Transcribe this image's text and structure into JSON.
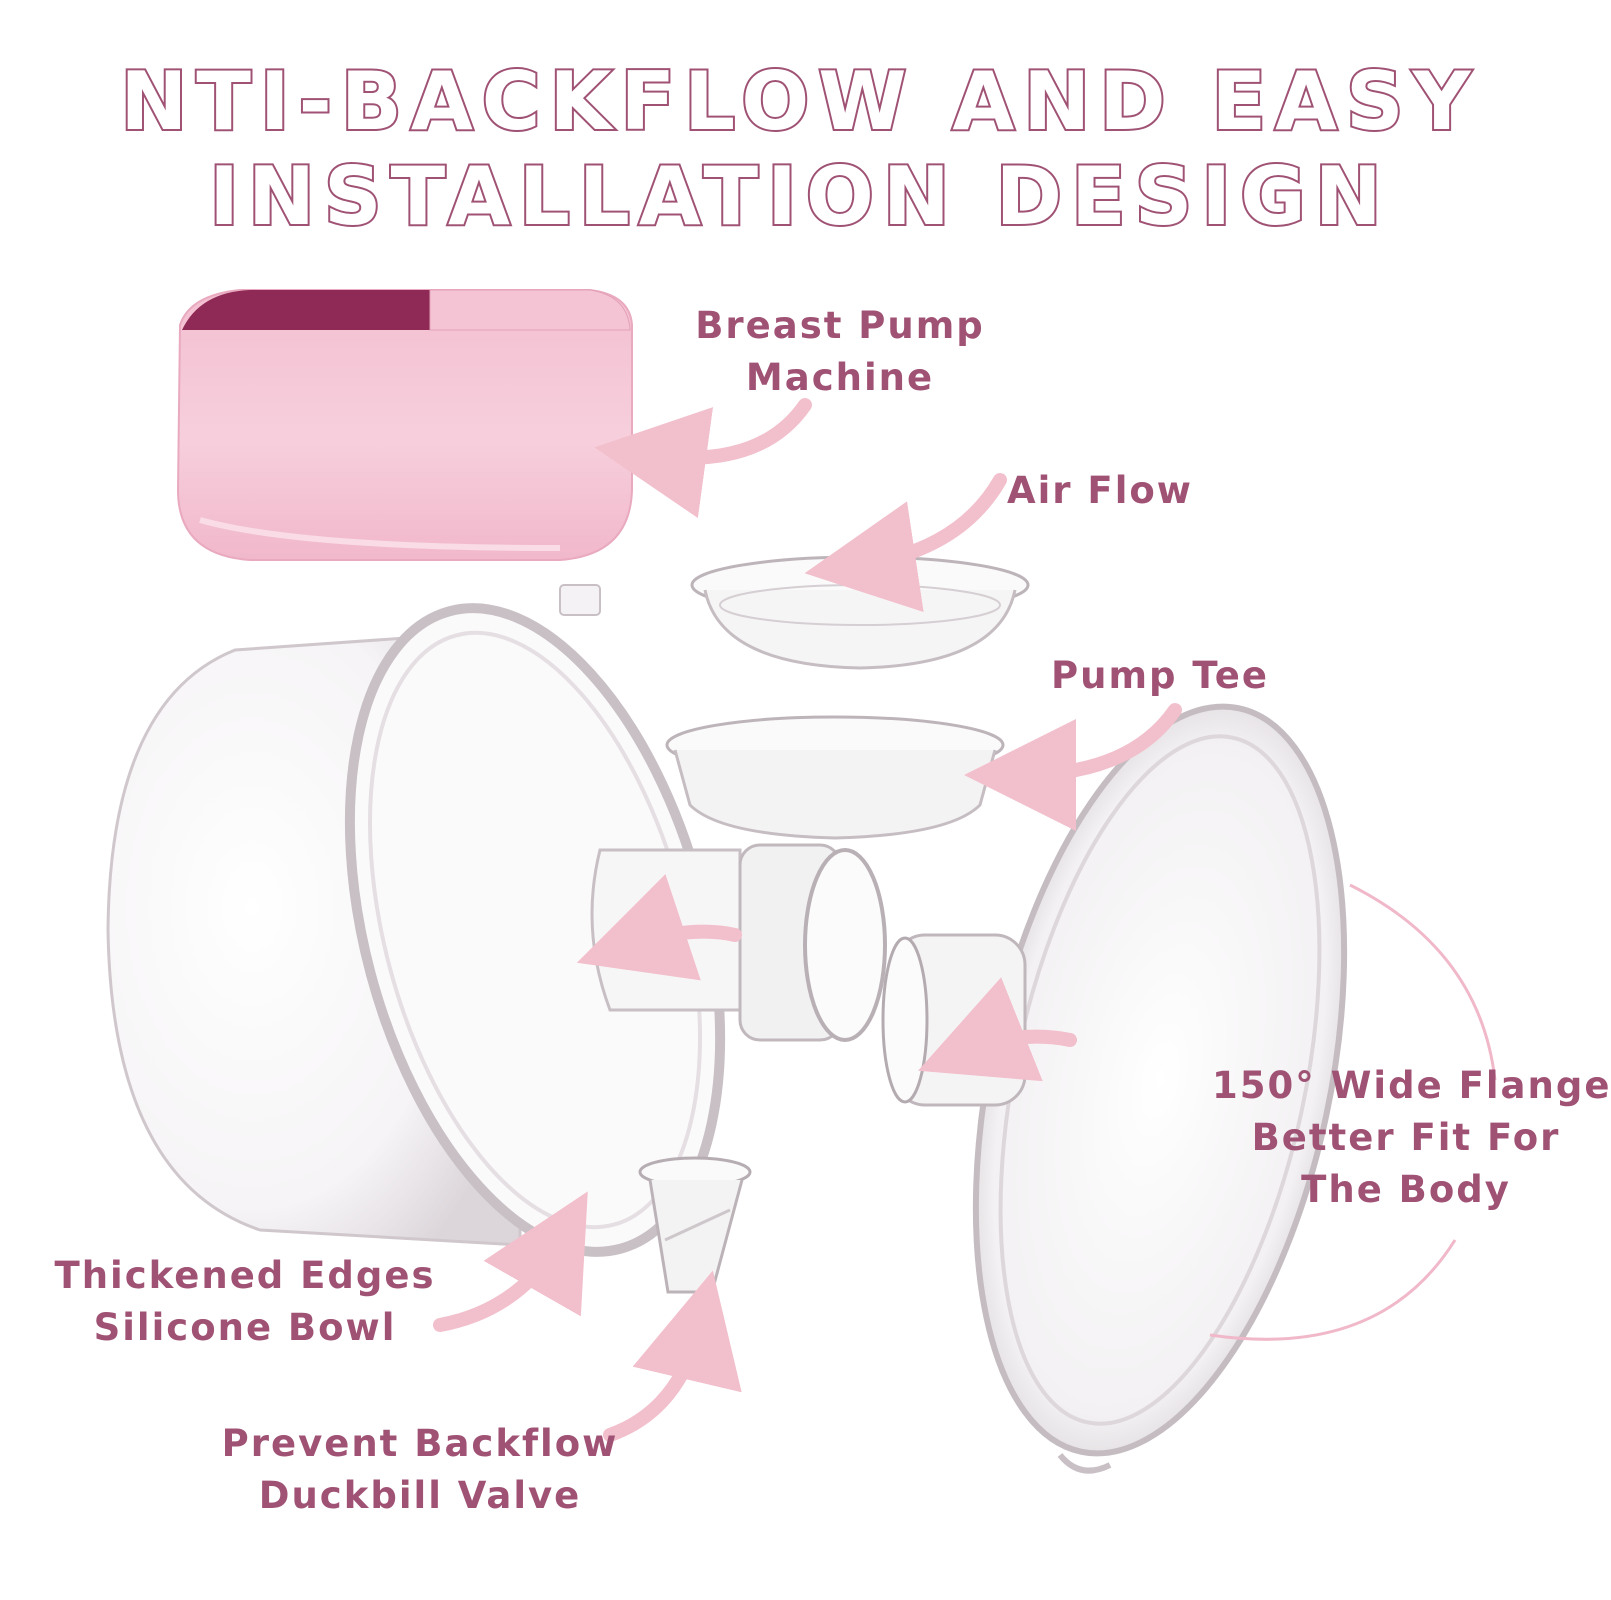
{
  "title": {
    "line1": "NTI-BACKFLOW AND EASY",
    "line2": "INSTALLATION DESIGN"
  },
  "callouts": {
    "breast_pump_machine": {
      "line1": "Breast Pump",
      "line2": "Machine"
    },
    "air_flow": {
      "line1": "Air Flow"
    },
    "pump_tee": {
      "line1": "Pump Tee"
    },
    "wide_flange": {
      "line1": "150° Wide Flange",
      "line2": "Better Fit For",
      "line3": "The Body"
    },
    "silicone_bowl": {
      "line1": "Thickened Edges",
      "line2": "Silicone Bowl"
    },
    "duckbill_valve": {
      "line1": "Prevent Backflow",
      "line2": "Duckbill Valve"
    }
  },
  "colors": {
    "accent": "#a05274",
    "arrow": "#f2bfcc",
    "machine": "#f6c9d8",
    "machine_top": "#8e2a55"
  },
  "icons": [
    "curved-arrow-icon"
  ]
}
